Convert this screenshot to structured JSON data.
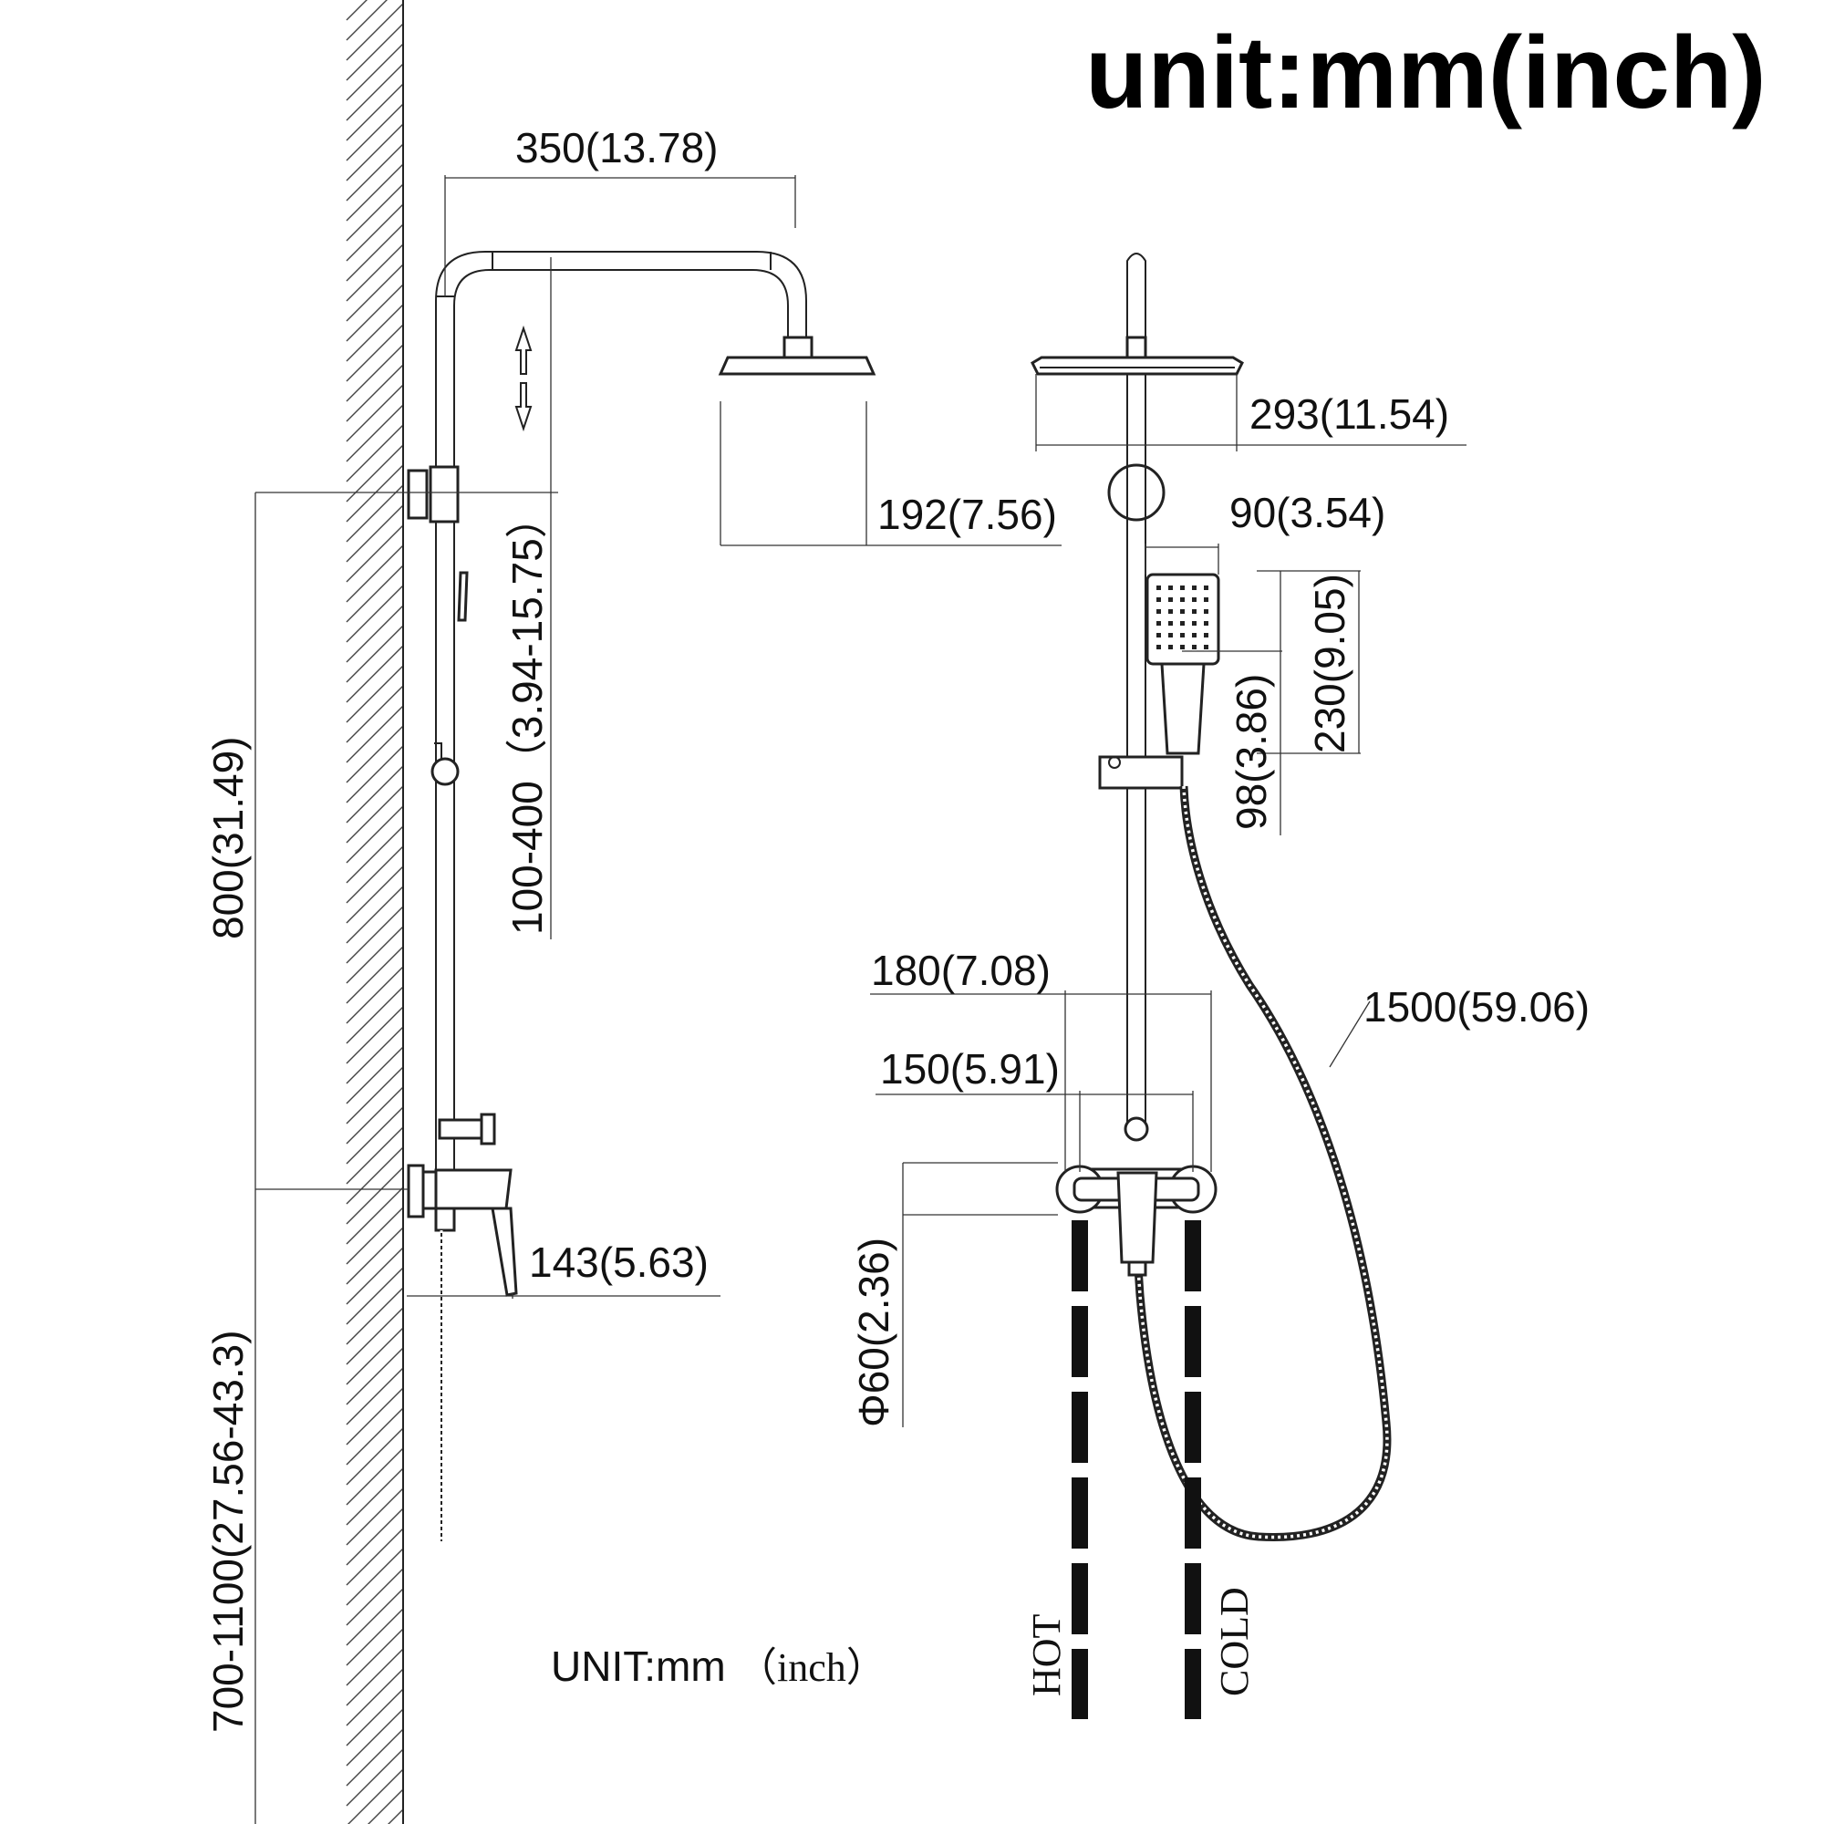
{
  "header": {
    "unit_title": "unit:mm(inch)"
  },
  "side_view": {
    "arm_length": "350(13.78)",
    "height_adjust": "100-400（3.94-15.75）",
    "holder_to_mixer": "800(31.49)",
    "mixer_height": "700-1100(27.56-43.3)",
    "mixer_depth": "143(5.63)",
    "unit_note": "UNIT:mm",
    "unit_note_paren": "（inch）"
  },
  "front_view": {
    "rain_head_width": "293(11.54)",
    "rain_head_drop": "192(7.56)",
    "hand_head_width": "90(3.54)",
    "hand_head_length": "230(9.05)",
    "hand_holder_offset": "98(3.86)",
    "hose_length": "1500(59.06)",
    "inlet_outer": "180(7.08)",
    "inlet_center": "150(5.91)",
    "flange_diameter": "Φ60(2.36)",
    "hot_label": "HOT",
    "cold_label": "COLD"
  }
}
